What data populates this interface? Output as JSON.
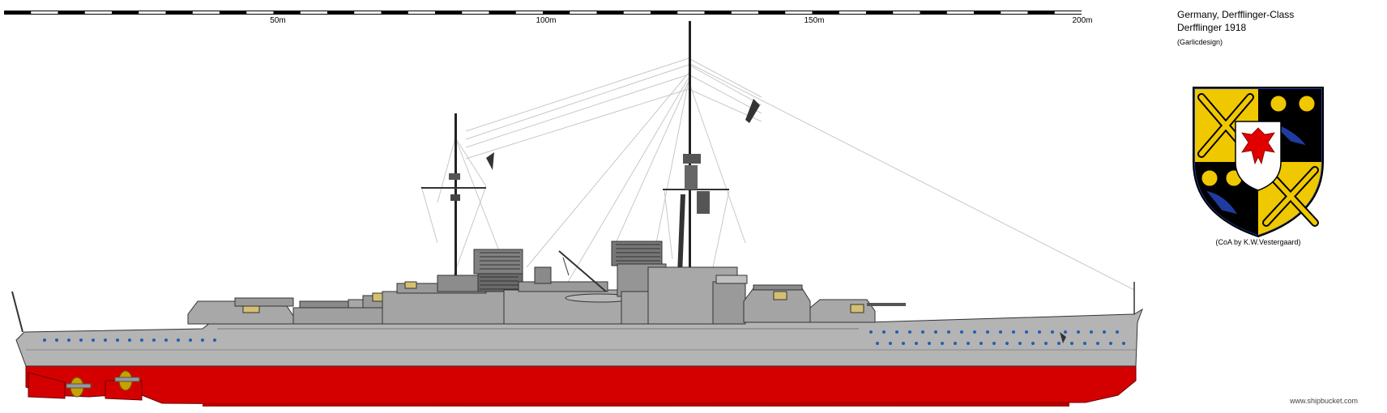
{
  "scale": {
    "labels": [
      "50m",
      "100m",
      "150m",
      "200m"
    ]
  },
  "title": {
    "line1": "Germany, Derfflinger-Class",
    "line2": "Derfflinger 1918",
    "author": "(Garlicdesign)"
  },
  "coat_of_arms": {
    "credit": "(CoA by K.W.Vestergaard)"
  },
  "watermark": "www.shipbucket.com",
  "colors": {
    "hull_red": "#d40000",
    "hull_grey": "#b4b4b4",
    "superstructure_grey": "#a0a0a0",
    "dark_grey": "#5a5a5a",
    "porthole_blue": "#2060b0",
    "shield_black": "#000000",
    "shield_yellow": "#f0c800",
    "shield_blue": "#1e3ca0",
    "eagle_red": "#e00000"
  }
}
